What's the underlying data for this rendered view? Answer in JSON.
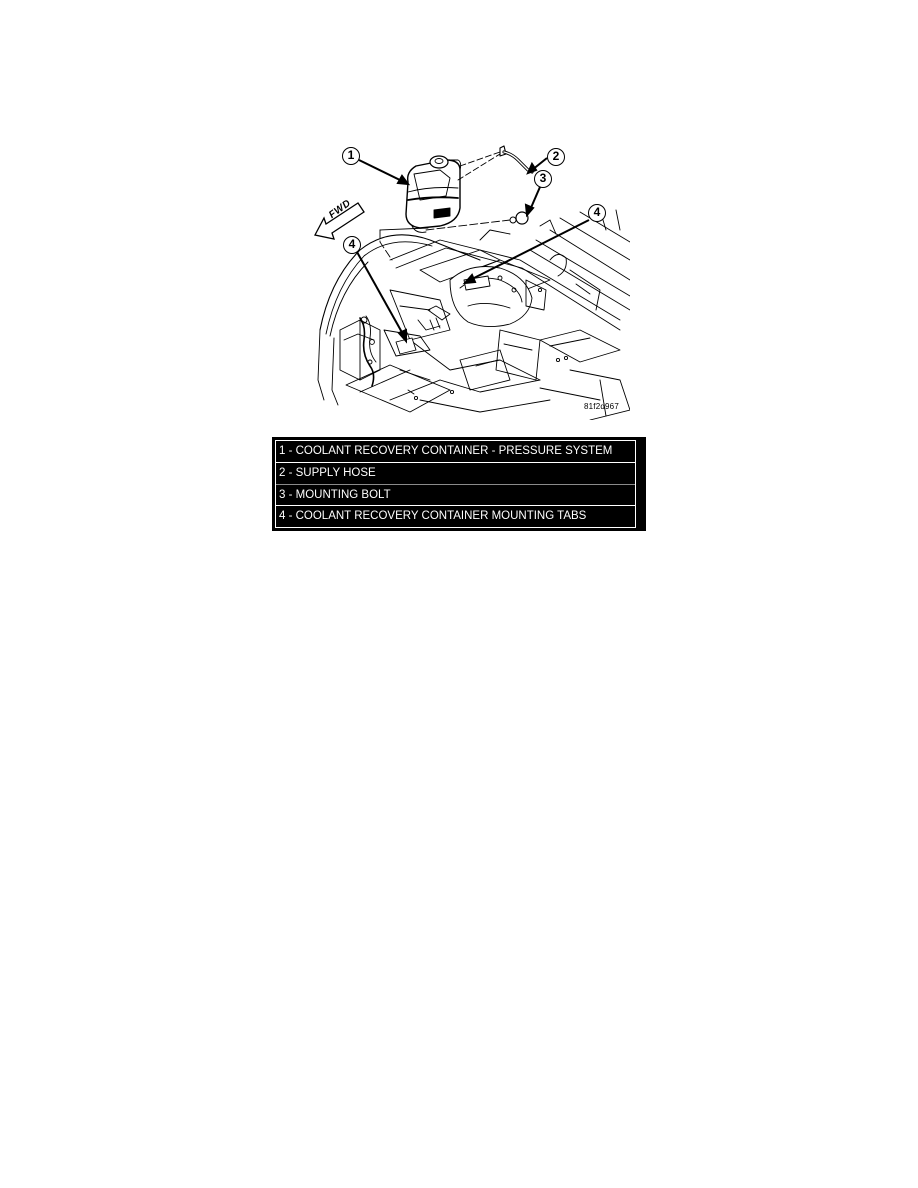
{
  "figure": {
    "figure_id": "81f2d967",
    "fwd_label": "FWD",
    "callouts": [
      {
        "number": "1",
        "target": "coolant-recovery-container"
      },
      {
        "number": "2",
        "target": "supply-hose"
      },
      {
        "number": "3",
        "target": "mounting-bolt"
      },
      {
        "number": "4",
        "target": "mounting-tab-right"
      },
      {
        "number": "4",
        "target": "mounting-tab-left"
      }
    ]
  },
  "legend": {
    "items": [
      {
        "label": "1 - COOLANT RECOVERY CONTAINER - PRESSURE SYSTEM"
      },
      {
        "label": "2 - SUPPLY HOSE"
      },
      {
        "label": "3 - MOUNTING BOLT"
      },
      {
        "label": "4 - COOLANT RECOVERY CONTAINER MOUNTING TABS"
      }
    ]
  },
  "colors": {
    "background": "#ffffff",
    "line_art": "#000000",
    "legend_background": "#000000",
    "legend_text": "#ffffff"
  }
}
